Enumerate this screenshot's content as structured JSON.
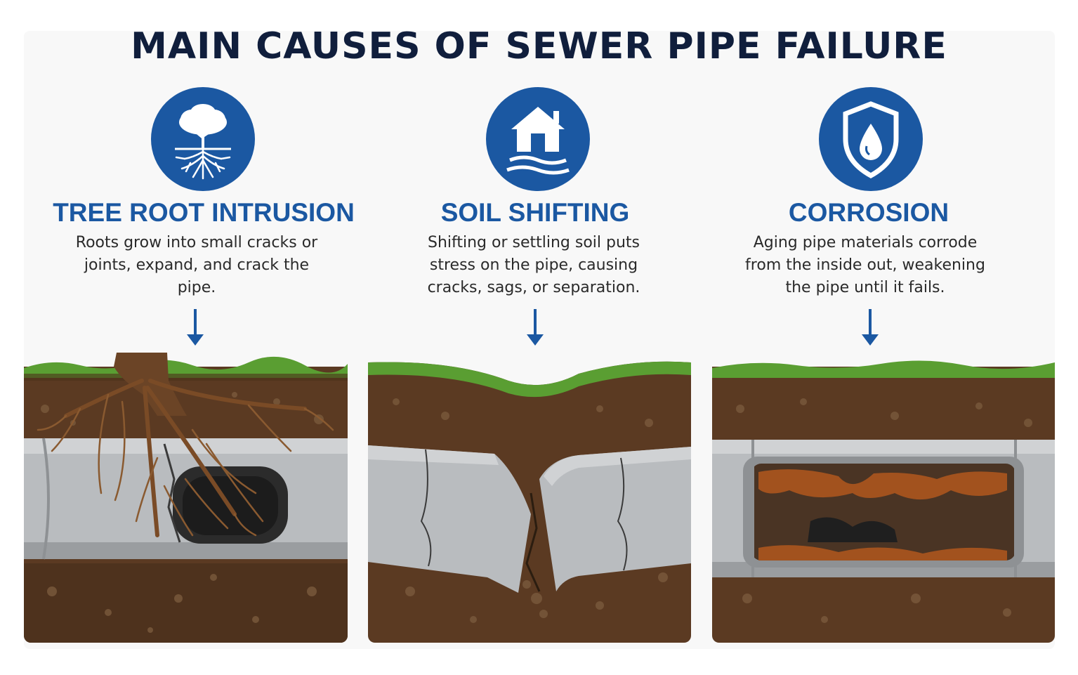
{
  "title": "MAIN CAUSES OF SEWER PIPE FAILURE",
  "causes": [
    {
      "icon": "tree-roots-icon",
      "heading": "TREE ROOT INTRUSION",
      "description": "Roots grow into small cracks or joints, expand, and crack the pipe."
    },
    {
      "icon": "house-on-shifting-ground-icon",
      "heading": "SOIL SHIFTING",
      "description": "Shifting or settling soil puts stress on the pipe, causing cracks, sags, or separation."
    },
    {
      "icon": "shield-water-drop-icon",
      "heading": "CORROSION",
      "description": "Aging pipe materials corrode from the inside out, weakening the pipe until it fails."
    }
  ],
  "colors": {
    "title": "#101e3c",
    "accent_blue": "#1b58a2",
    "soil": "#5b3a22",
    "grass": "#5a9e32",
    "pipe": "#b9bcbf",
    "rust": "#a2521e"
  }
}
